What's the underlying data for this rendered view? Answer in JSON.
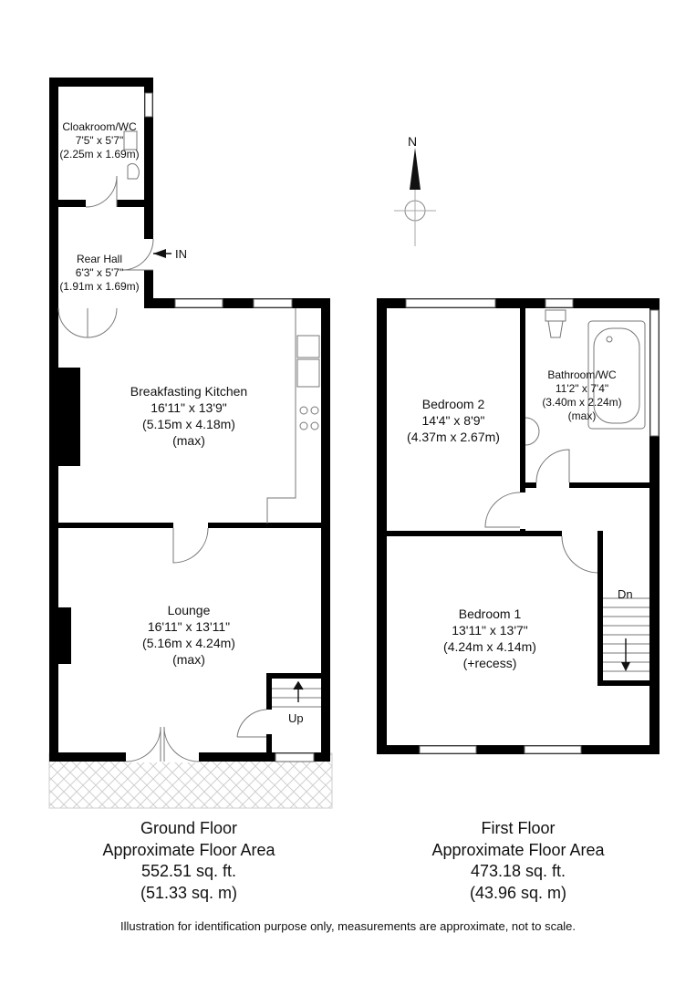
{
  "compass": {
    "label": "N"
  },
  "entrance": {
    "label": "IN"
  },
  "ground_floor": {
    "rooms": [
      {
        "name": "Cloakroom/WC",
        "size_imperial": "7'5\" x 5'7\"",
        "size_metric": "(2.25m x 1.69m)"
      },
      {
        "name": "Rear Hall",
        "size_imperial": "6'3\" x 5'7\"",
        "size_metric": "(1.91m x 1.69m)"
      },
      {
        "name": "Breakfasting Kitchen",
        "size_imperial": "16'11\" x 13'9\"",
        "size_metric": "(5.15m x 4.18m)",
        "note": "(max)"
      },
      {
        "name": "Lounge",
        "size_imperial": "16'11\" x 13'11\"",
        "size_metric": "(5.16m x 4.24m)",
        "note": "(max)"
      }
    ],
    "stairs_label": "Up",
    "title": "Ground Floor",
    "area_label": "Approximate Floor Area",
    "area_sqft": "552.51 sq. ft.",
    "area_sqm": "(51.33 sq. m)"
  },
  "first_floor": {
    "rooms": [
      {
        "name": "Bedroom 2",
        "size_imperial": "14'4\" x 8'9\"",
        "size_metric": "(4.37m x 2.67m)"
      },
      {
        "name": "Bathroom/WC",
        "size_imperial": "11'2\" x 7'4\"",
        "size_metric": "(3.40m x 2.24m)",
        "note": "(max)"
      },
      {
        "name": "Bedroom 1",
        "size_imperial": "13'11\" x 13'7\"",
        "size_metric": "(4.24m x 4.14m)",
        "note": "(+recess)"
      }
    ],
    "stairs_label": "Dn",
    "title": "First Floor",
    "area_label": "Approximate Floor Area",
    "area_sqft": "473.18 sq. ft.",
    "area_sqm": "(43.96 sq. m)"
  },
  "disclaimer": "Illustration for identification purpose only, measurements are approximate, not to scale.",
  "colors": {
    "wall": "#000000",
    "patio_hatch": "#d9d9d9",
    "line": "#777777"
  }
}
